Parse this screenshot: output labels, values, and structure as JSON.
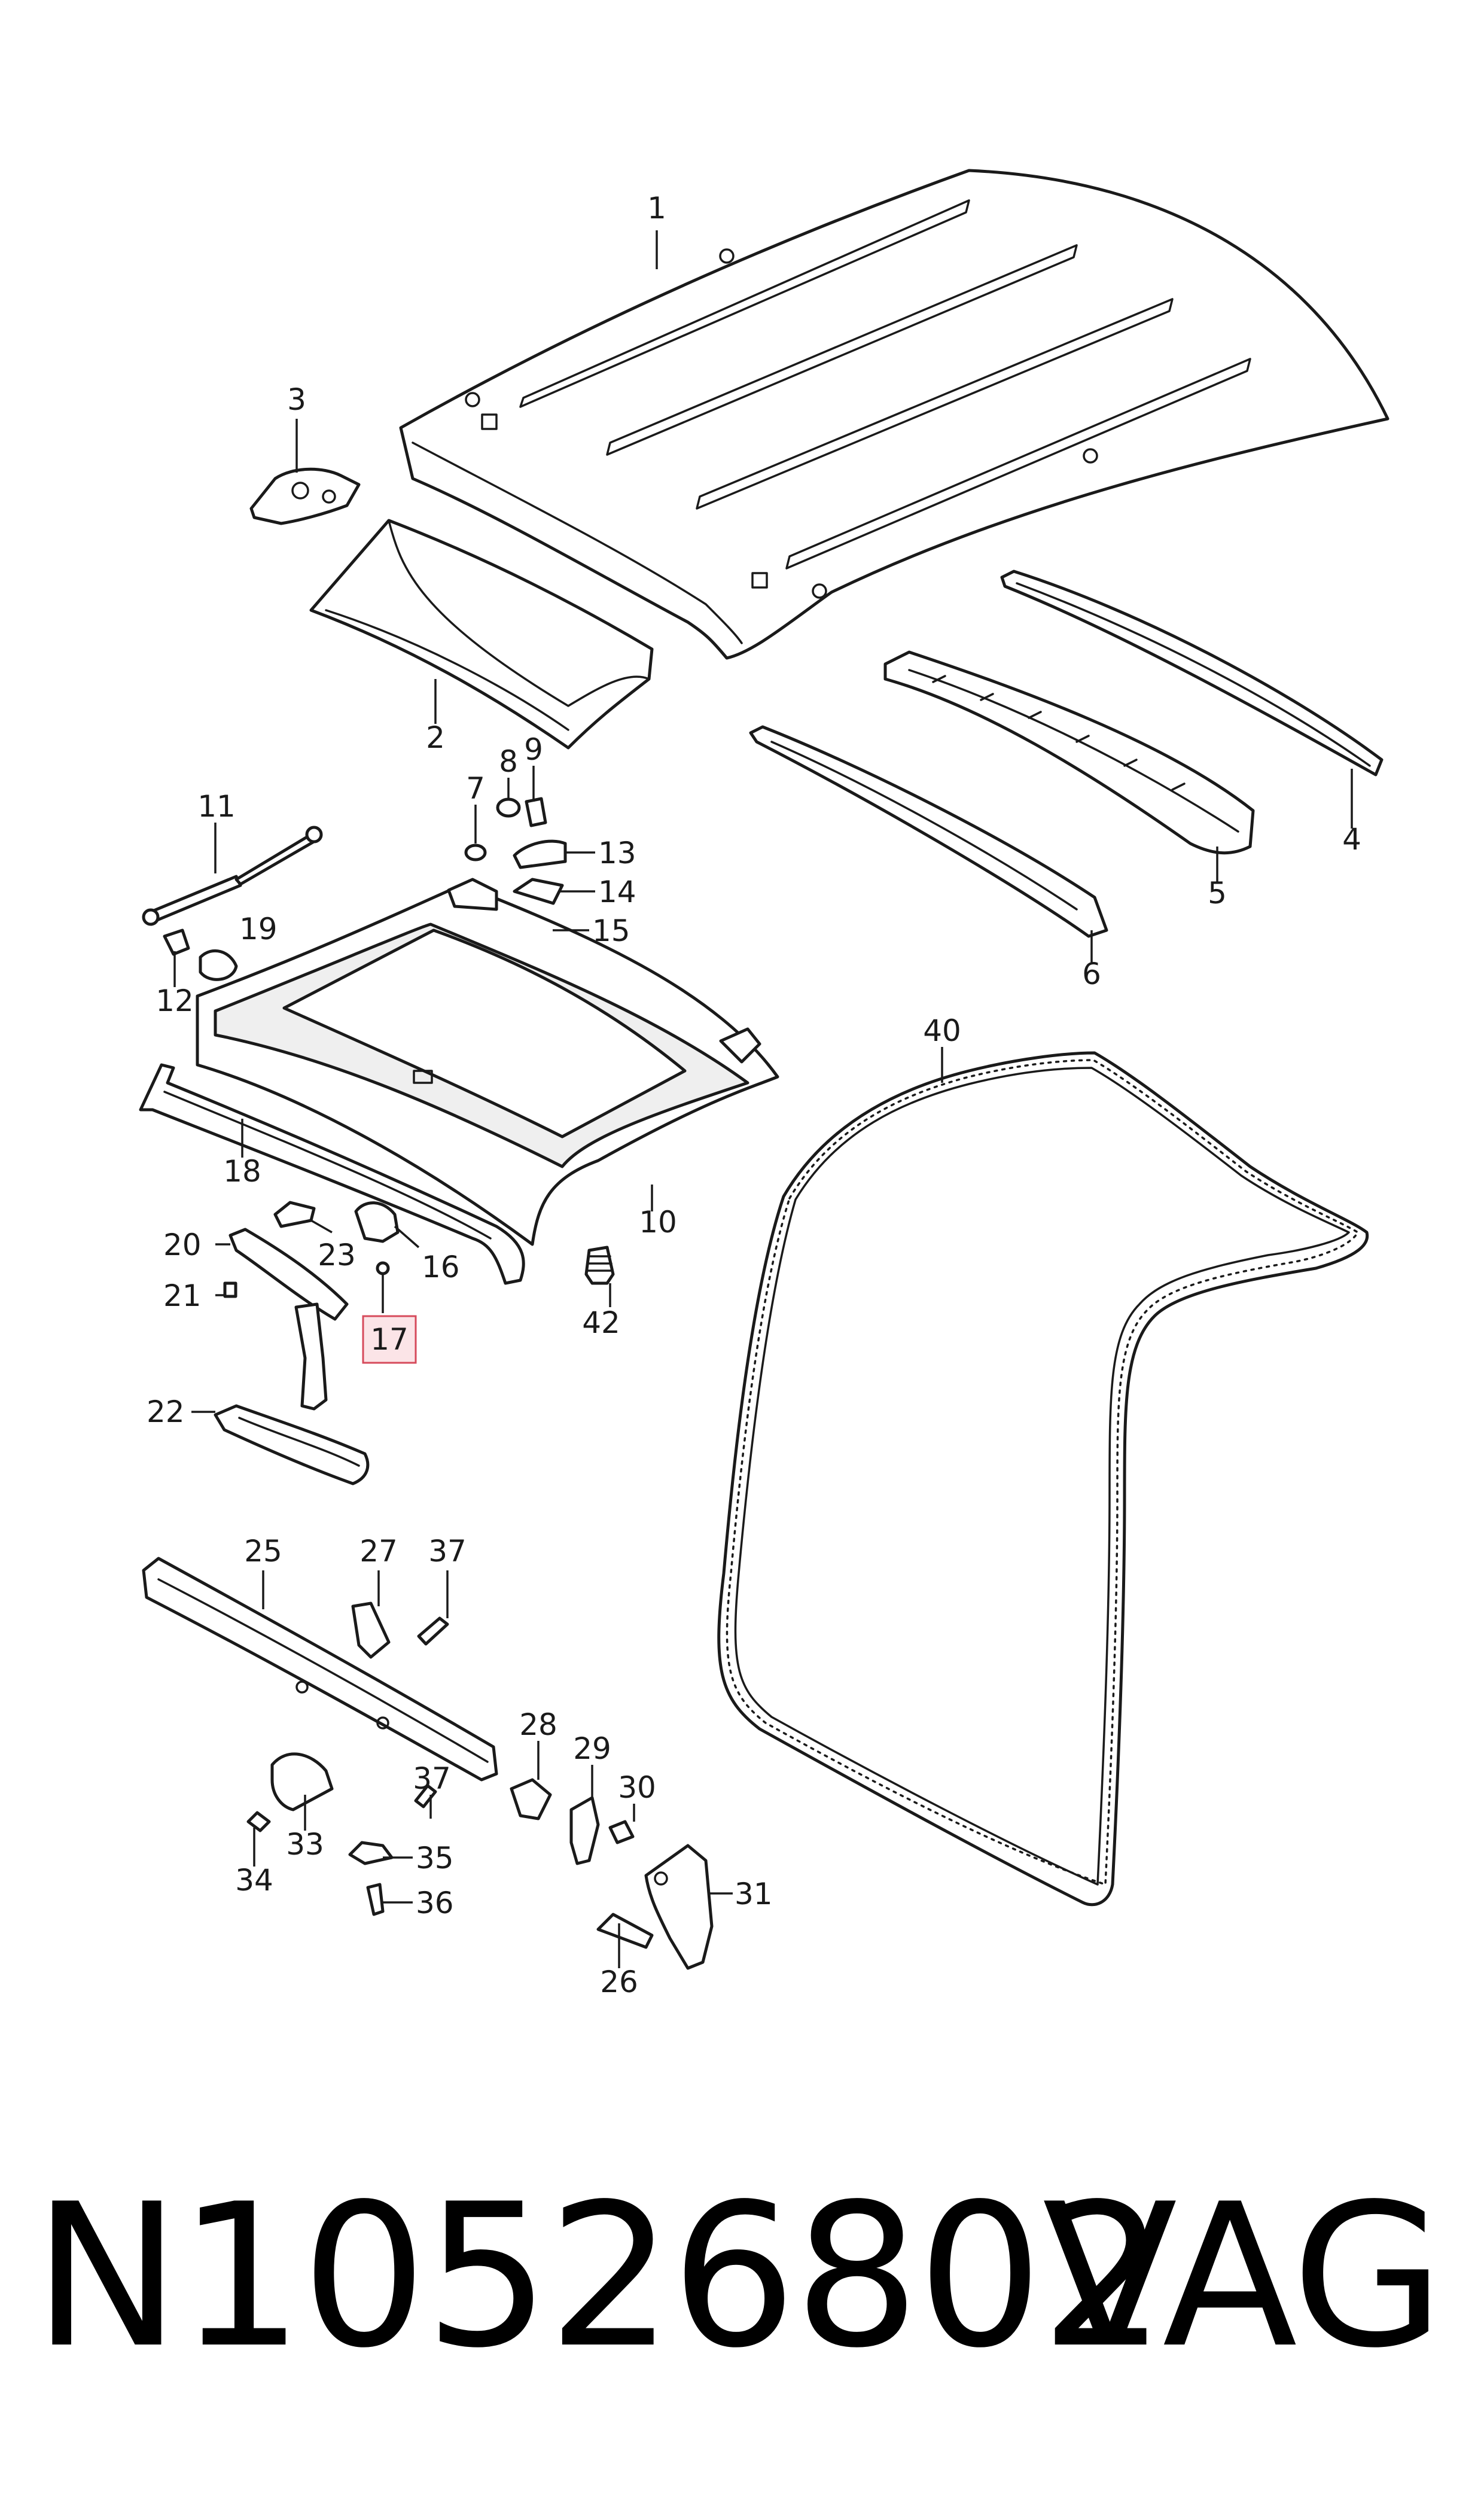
{
  "callouts": [
    "1",
    "2",
    "3",
    "4",
    "5",
    "6",
    "7",
    "8",
    "9",
    "10",
    "11",
    "12",
    "13",
    "14",
    "15",
    "16",
    "17",
    "18",
    "19",
    "20",
    "21",
    "22",
    "23",
    "25",
    "26",
    "27",
    "28",
    "29",
    "30",
    "31",
    "33",
    "34",
    "35",
    "36",
    "37",
    "37",
    "40",
    "42"
  ],
  "highlighted_callout": "17",
  "footer": {
    "part_number": "N10526802",
    "brand": "VAG"
  },
  "colors": {
    "line": "#1a1a1a",
    "highlight_fill": "#fbe4e7",
    "highlight_border": "#d64a5b"
  }
}
